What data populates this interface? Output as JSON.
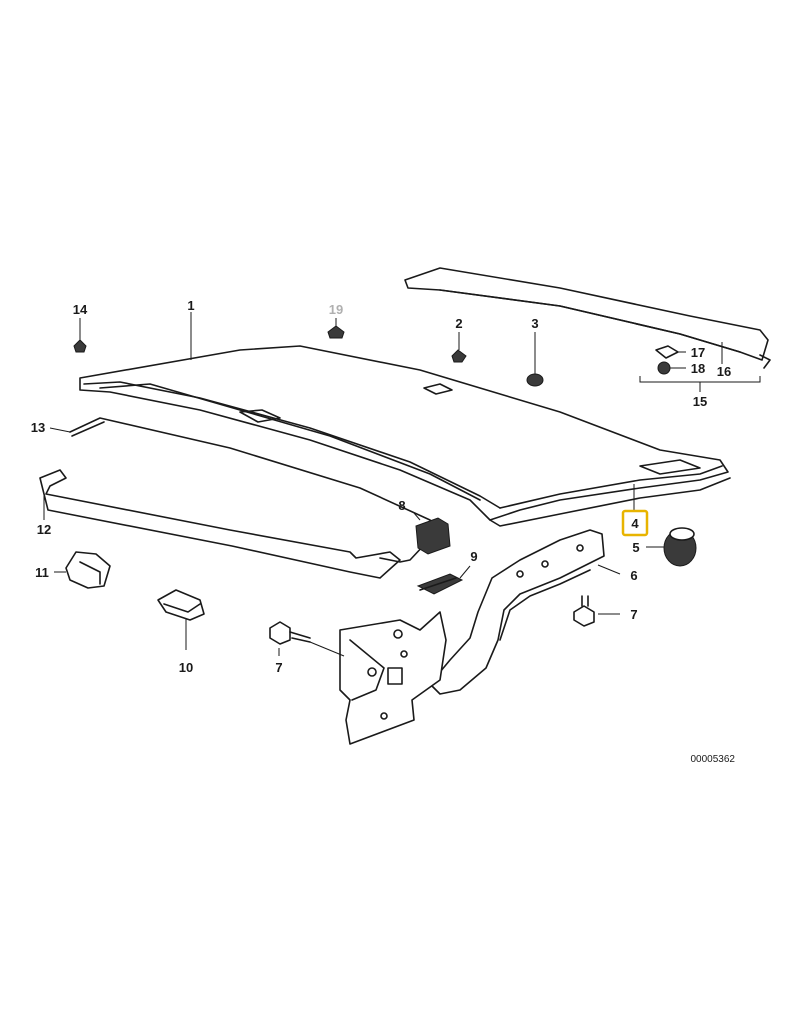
{
  "diagram": {
    "reference_number": "00005362",
    "highlight_color": "#e8b400",
    "highlighted_part": "4",
    "parts": [
      {
        "id": "p1",
        "label": "1"
      },
      {
        "id": "p2",
        "label": "2"
      },
      {
        "id": "p3",
        "label": "3"
      },
      {
        "id": "p4",
        "label": "4"
      },
      {
        "id": "p5",
        "label": "5"
      },
      {
        "id": "p6",
        "label": "6"
      },
      {
        "id": "p7a",
        "label": "7"
      },
      {
        "id": "p7b",
        "label": "7"
      },
      {
        "id": "p8",
        "label": "8"
      },
      {
        "id": "p9",
        "label": "9"
      },
      {
        "id": "p10",
        "label": "10"
      },
      {
        "id": "p11",
        "label": "11"
      },
      {
        "id": "p12",
        "label": "12"
      },
      {
        "id": "p13",
        "label": "13"
      },
      {
        "id": "p14",
        "label": "14"
      },
      {
        "id": "p15",
        "label": "15"
      },
      {
        "id": "p16",
        "label": "16"
      },
      {
        "id": "p17",
        "label": "17"
      },
      {
        "id": "p18",
        "label": "18"
      },
      {
        "id": "p19",
        "label": "19"
      }
    ]
  }
}
